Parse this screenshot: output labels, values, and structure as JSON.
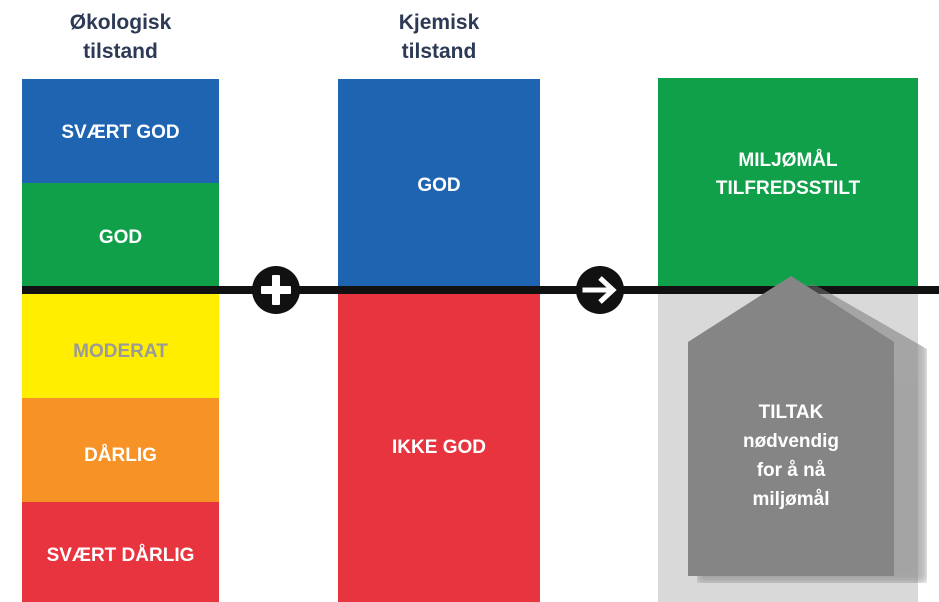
{
  "headings": {
    "ecological": [
      "Økologisk",
      "tilstand"
    ],
    "chemical": [
      "Kjemisk",
      "tilstand"
    ]
  },
  "ecological_states": [
    {
      "label": "SVÆRT GOD",
      "color": "#1f64b1"
    },
    {
      "label": "GOD",
      "color": "#10a04a"
    },
    {
      "label": "MODERAT",
      "color": "#ffee00",
      "text_color": "#9a9a9a"
    },
    {
      "label": "DÅRLIG",
      "color": "#f79226"
    },
    {
      "label": "SVÆRT DÅRLIG",
      "color": "#e8343f"
    }
  ],
  "chemical_states": [
    {
      "label": "GOD",
      "color": "#1f64b1"
    },
    {
      "label": "IKKE GOD",
      "color": "#e8343f"
    }
  ],
  "operators": {
    "plus": "plus-icon",
    "arrow": "arrow-right-icon"
  },
  "result": {
    "label": [
      "MILJØMÅL",
      "TILFREDSSTILT"
    ],
    "color": "#10a04a"
  },
  "action": {
    "label": [
      "TILTAK",
      "nødvendig",
      "for å nå",
      "miljømål"
    ],
    "color": "#858585"
  }
}
